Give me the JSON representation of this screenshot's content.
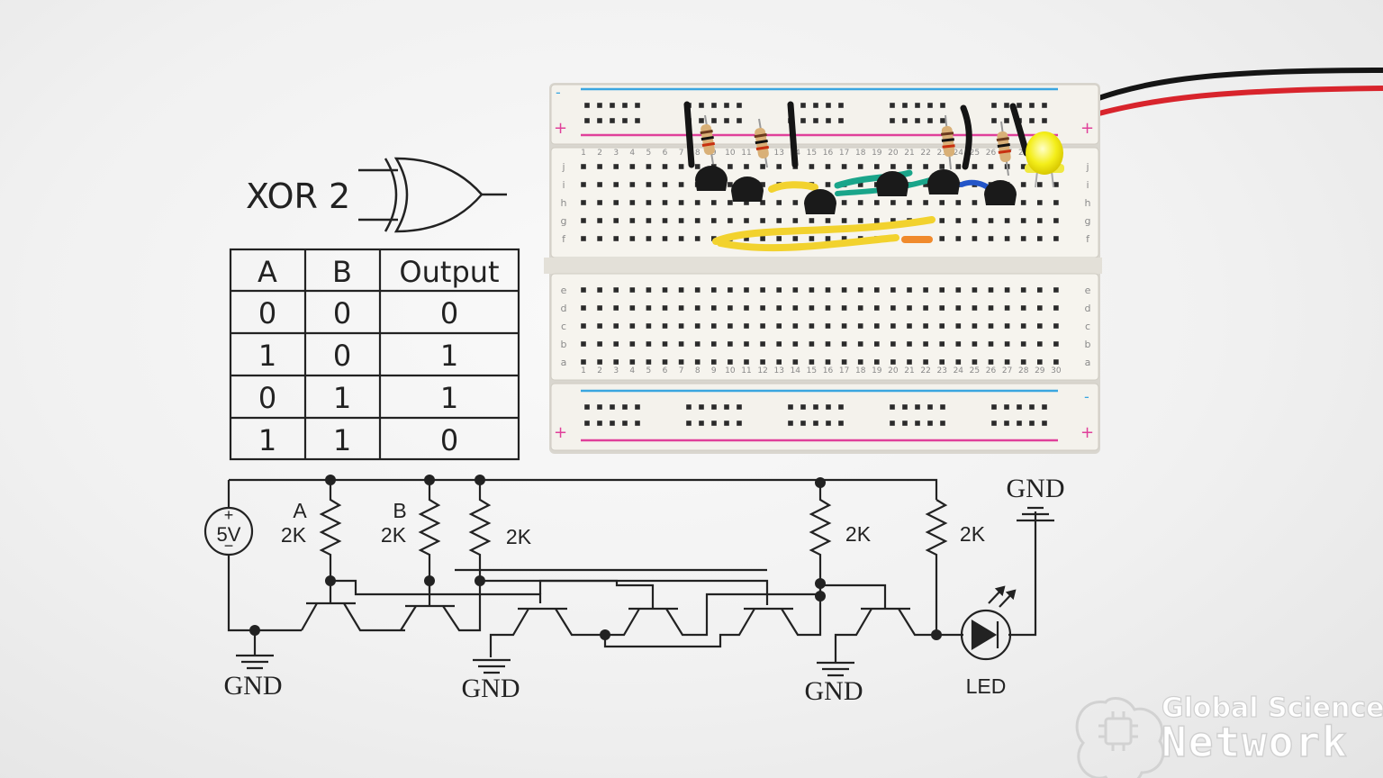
{
  "gate": {
    "title": "XOR 2"
  },
  "truth_table": {
    "headers": [
      "A",
      "B",
      "Output"
    ],
    "rows": [
      [
        "0",
        "0",
        "0"
      ],
      [
        "1",
        "0",
        "1"
      ],
      [
        "0",
        "1",
        "1"
      ],
      [
        "1",
        "1",
        "0"
      ]
    ]
  },
  "schematic": {
    "source_plus": "+",
    "source_value": "5V",
    "source_minus": "−",
    "resistor_a_name": "A",
    "resistor_a_value": "2K",
    "resistor_b_name": "B",
    "resistor_b_value": "2K",
    "resistor_3_value": "2K",
    "resistor_4_value": "2K",
    "resistor_5_value": "2K",
    "gnd_1": "GND",
    "gnd_2": "GND",
    "gnd_3": "GND",
    "gnd_top": "GND",
    "led_label": "LED"
  },
  "breadboard": {
    "rail_minus": "-",
    "rail_plus": "+",
    "top_rows": [
      "j",
      "i",
      "h",
      "g",
      "f"
    ],
    "bottom_rows": [
      "e",
      "d",
      "c",
      "b",
      "a"
    ],
    "column_count": 30,
    "wire_colors": {
      "yellow": "#f2d22e",
      "green": "#1aa58a",
      "blue": "#2456c8",
      "orange": "#f08a2c",
      "red": "#d8242c",
      "black": "#151515"
    },
    "led_color": "#f6f21c"
  },
  "watermark": {
    "line1": "Global Science",
    "line2": "Network"
  }
}
